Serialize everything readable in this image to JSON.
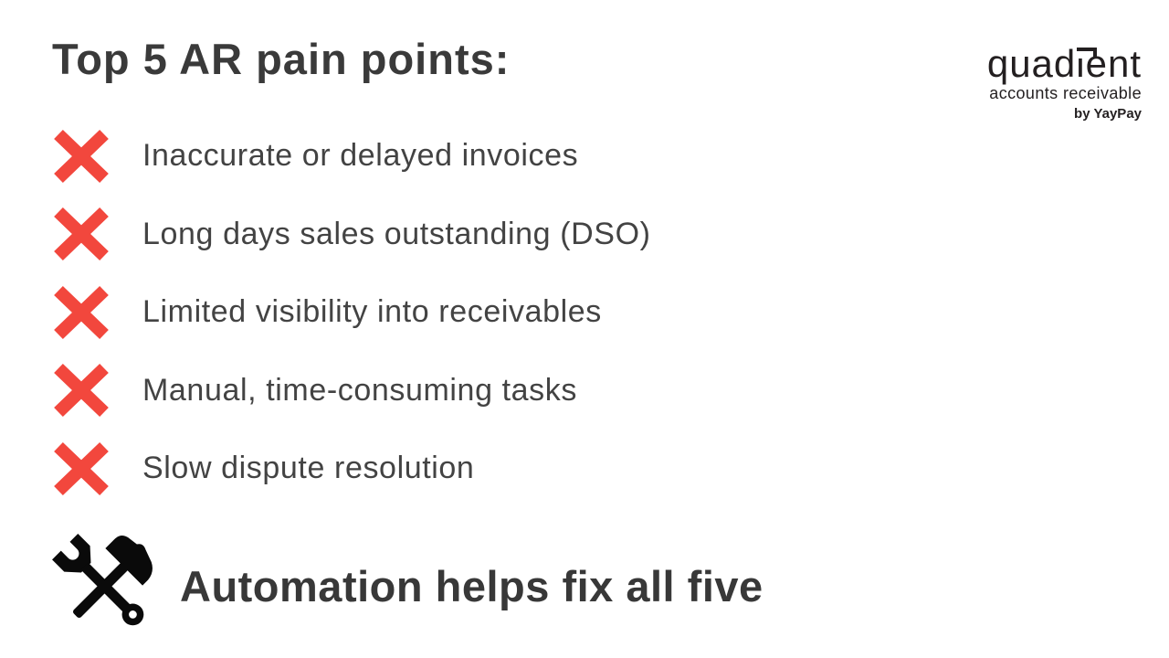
{
  "slide": {
    "title": "Top 5 AR pain points:",
    "pain_points": [
      "Inaccurate or delayed invoices",
      "Long days sales outstanding (DSO)",
      "Limited visibility into receivables",
      "Manual, time-consuming tasks",
      "Slow dispute resolution"
    ],
    "conclusion": "Automation helps fix all five"
  },
  "logo": {
    "brand": "quadient",
    "tagline": "accounts receivable",
    "byline": "by YayPay"
  },
  "icons": {
    "bullet": "x-cross-icon",
    "footer": "hammer-and-wrench-icon"
  },
  "colors": {
    "background": "#FFFFFF",
    "cross_red": "#F2473D",
    "heading_text": "#3A3A3A",
    "body_text": "#434343",
    "conclusion_text": "#383838",
    "logo_text": "#231F20",
    "icon_black": "#0A0A0A"
  }
}
